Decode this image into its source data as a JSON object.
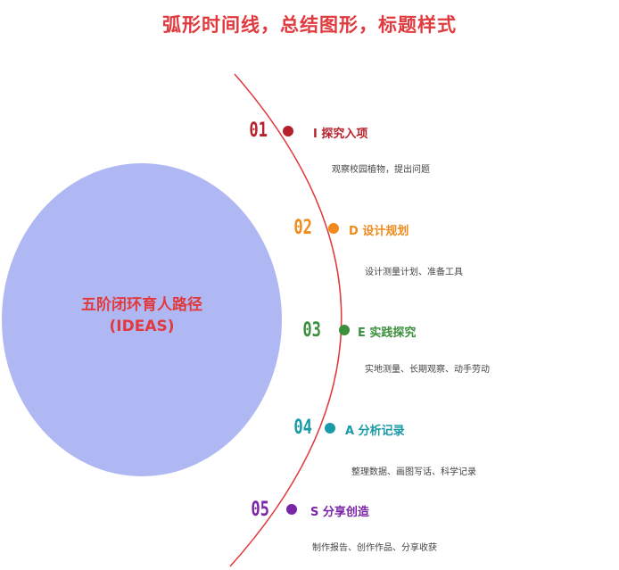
{
  "page": {
    "title": "弧形时间线，总结图形，标题样式"
  },
  "center": {
    "line1": "五阶闭环育人路径",
    "line2": "(IDEAS)"
  },
  "colors": {
    "arc": "#e03a3e",
    "circle": "#b0b8f3",
    "circle_text": "#e03a3e"
  },
  "steps": [
    {
      "num": "01",
      "title": "I 探究入项",
      "desc": "观察校园植物，提出问题",
      "color": "#b5202a"
    },
    {
      "num": "02",
      "title": "D 设计规划",
      "desc": "设计测量计划、准备工具",
      "color": "#f08a1c"
    },
    {
      "num": "03",
      "title": "E 实践探究",
      "desc": "实地测量、长期观察、动手劳动",
      "color": "#3c8f3c"
    },
    {
      "num": "04",
      "title": "A 分析记录",
      "desc": "整理数据、画图写话、科学记录",
      "color": "#1a9aa6"
    },
    {
      "num": "05",
      "title": "S 分享创造",
      "desc": "制作报告、创作作品、分享收获",
      "color": "#7a24a6"
    }
  ]
}
